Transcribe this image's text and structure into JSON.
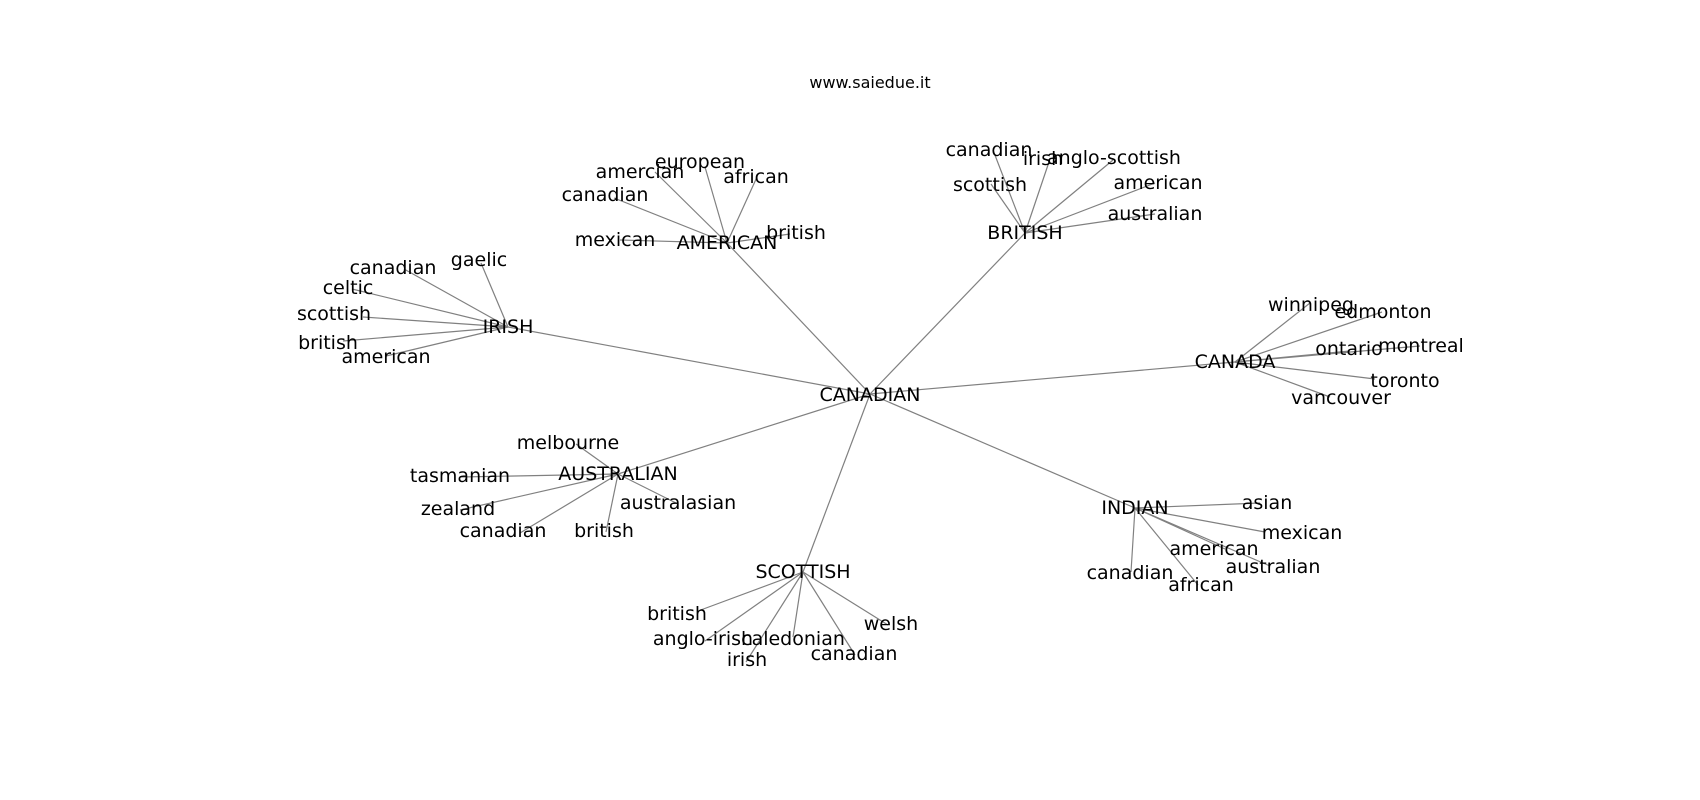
{
  "title": "www.saiedue.it",
  "center": "CANADIAN",
  "clusters": [
    {
      "hub": "AMERICAN",
      "neighbors": [
        "amercian",
        "european",
        "african",
        "canadian",
        "mexican",
        "british"
      ]
    },
    {
      "hub": "BRITISH",
      "neighbors": [
        "canadian",
        "irish",
        "anglo-scottish",
        "scottish",
        "american",
        "australian"
      ]
    },
    {
      "hub": "IRISH",
      "neighbors": [
        "gaelic",
        "canadian",
        "celtic",
        "scottish",
        "british",
        "american"
      ]
    },
    {
      "hub": "CANADA",
      "neighbors": [
        "winnipeg",
        "edmonton",
        "ontario",
        "montreal",
        "toronto",
        "vancouver"
      ]
    },
    {
      "hub": "AUSTRALIAN",
      "neighbors": [
        "melbourne",
        "tasmanian",
        "zealand",
        "canadian",
        "british",
        "australasian"
      ]
    },
    {
      "hub": "INDIAN",
      "neighbors": [
        "asian",
        "mexican",
        "american",
        "australian",
        "canadian",
        "african"
      ]
    },
    {
      "hub": "SCOTTISH",
      "neighbors": [
        "british",
        "anglo-irish",
        "caledonian",
        "irish",
        "canadian",
        "welsh"
      ]
    }
  ],
  "style": {
    "edge_color": "#808080",
    "text_color": "#000000",
    "background": "#ffffff"
  }
}
